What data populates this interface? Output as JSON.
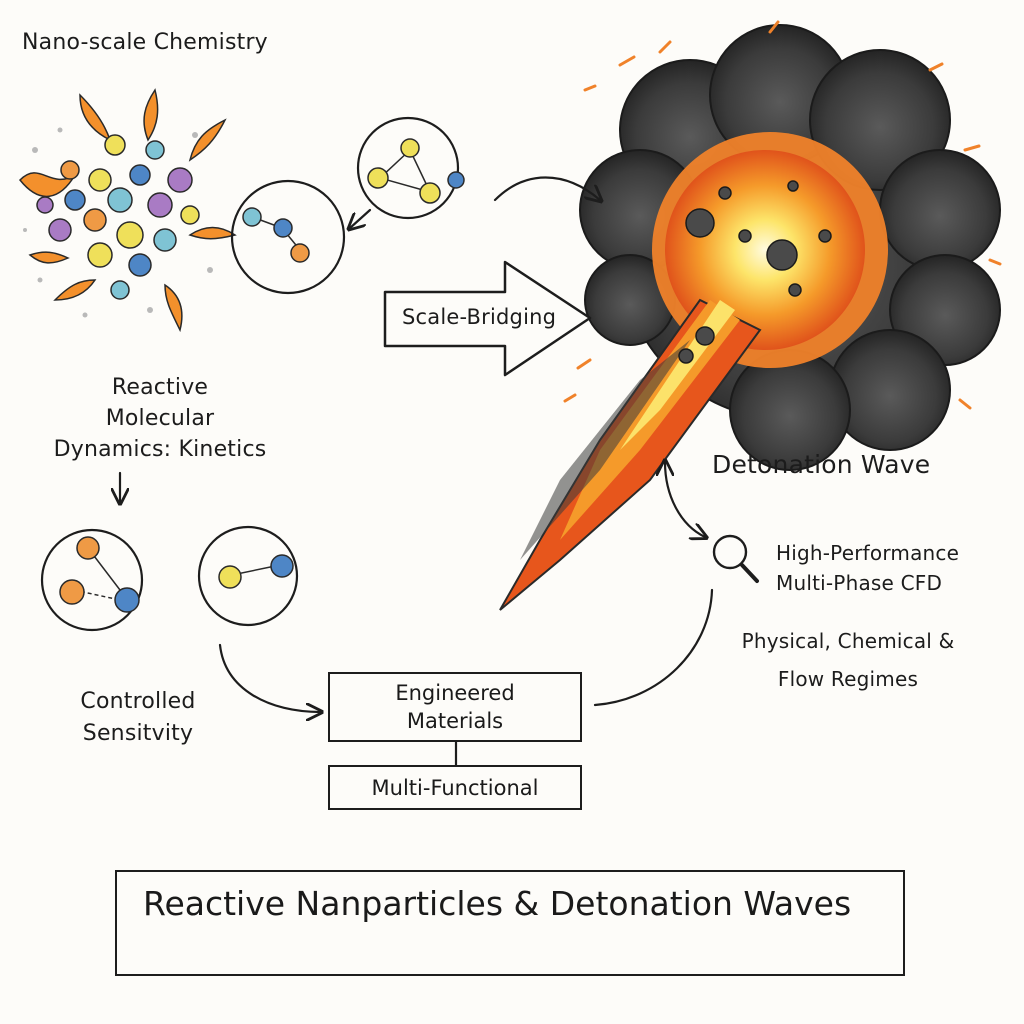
{
  "labels": {
    "nano_scale": "Nano-scale Chemistry",
    "rmd_line1": "Reactive",
    "rmd_line2": "Molecular",
    "rmd_line3": "Dynamics: Kinetics",
    "scale_bridging": "Scale-Bridging",
    "detonation_wave": "Detonation Wave",
    "hpc_line1": "High-Performance",
    "hpc_line2": "Multi-Phase CFD",
    "regimes_line1": "Physical, Chemical &",
    "regimes_line2": "Flow Regimes",
    "controlled_line1": "Controlled",
    "controlled_line2": "Sensitvity",
    "engineered_line1": "Engineered",
    "engineered_line2": "Materials",
    "multi_functional": "Multi-Functional",
    "title": "Reactive Nanparticles & Detonation Waves"
  },
  "icons": [
    "magnifier-icon",
    "flame-icon",
    "explosion-icon",
    "molecule-icon"
  ],
  "colors": {
    "ink": "#1d1d1d",
    "flame_orange": "#f08a24",
    "flame_yellow": "#f9d648",
    "smoke": "#3a3a3a",
    "atom_yellow": "#efe05a",
    "atom_blue": "#4e86c6",
    "atom_orange": "#ef9a45",
    "atom_purple": "#a97bc4",
    "atom_teal": "#7fc3d4"
  }
}
